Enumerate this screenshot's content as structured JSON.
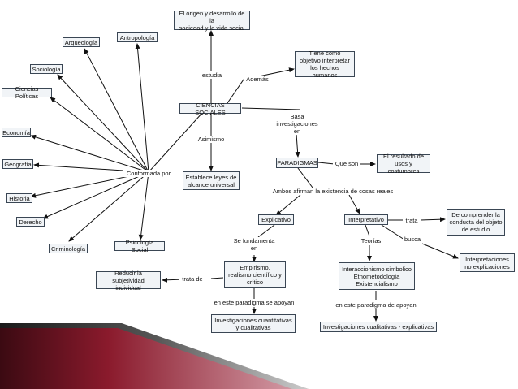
{
  "nodes": {
    "origen": "El origen y desarrollo de la\nsociedad y la vida social",
    "arqueologia": "Arqueología",
    "antropologia": "Antropología",
    "sociologia": "Sociología",
    "ciencias_politicas": "Ciencias Políticas",
    "economia": "Economía",
    "geografia": "Geografía",
    "historia": "Historia",
    "derecho": "Derecho",
    "criminologia": "Criminología",
    "psicologia_social": "Psicología Social",
    "tiene_como": "Tiene como\nobjetivo interpretar\nlos hechos humanos",
    "ciencias_sociales": "CIENCIAS SOCIALES",
    "establece": "Establece leyes de\nalcance universal",
    "paradigmas": "PARADIGMAS",
    "resultado": "El resultado de\nusos y costumbres",
    "explicativo": "Explicativo",
    "interpretativo": "Interpretativo",
    "comprender": "De comprender la\nconducta del objeto\nde estudio",
    "interpretaciones": "Interpretaciones\nno explicaciones",
    "empirismo": "Empirismo,\nrealismo científico y\ncrítico",
    "reducir": "Reducir la subjetividad\nindividual",
    "interaccionismo": "Interaccionismo simbolico\nEtnometodología\nExistencialismo",
    "inv_cuant": "Investigaciones cuantitativas\ny cualitativas",
    "inv_cual": "Investigaciones cualitativas - explicativas"
  },
  "links": {
    "estudia": "estudia",
    "ademas": "Además",
    "basa": "Basa\ninvestigaciones\nen",
    "asimismo": "Asimismo",
    "conformada": "Conformada por",
    "que_son": "Que son",
    "ambos": "Ambos afirman la existencia de cosas reales",
    "se_fundamenta": "Se fundamenta\nen",
    "teorias": "Teorías",
    "trata": "trata",
    "busca": "busca",
    "trata_de": "trata de",
    "paradigma_apoyan_1": "en este paradigma se apoyan",
    "paradigma_apoyan_2": "en este paradigma de apoyan"
  },
  "colors": {
    "box_border": "#3a4654",
    "box_fill": "#f1f4f7",
    "line": "#111111",
    "ribbon_dark": "#3b0a12",
    "ribbon_mid": "#8a1a2c",
    "ribbon_light": "#d8a4ae"
  }
}
